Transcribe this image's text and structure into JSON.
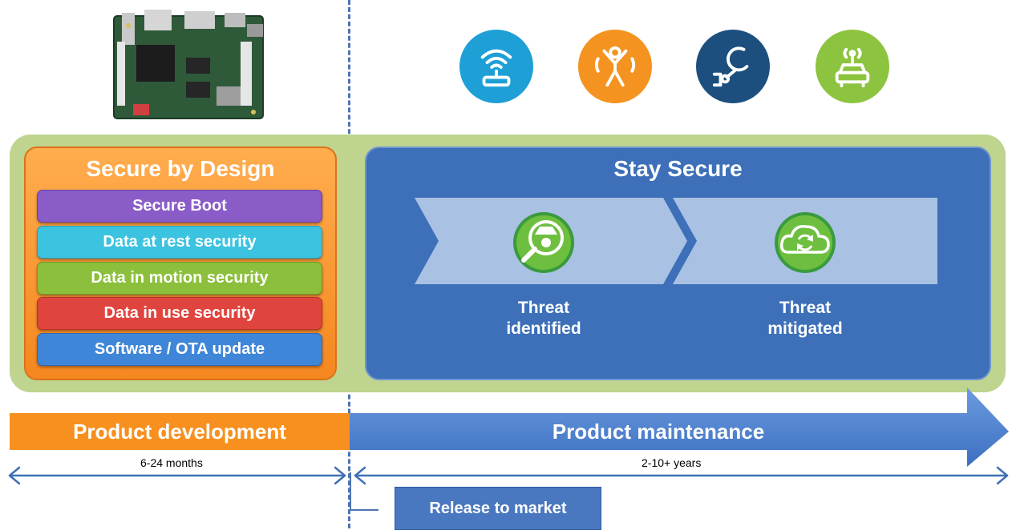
{
  "design": {
    "title": "Secure by Design",
    "layers": [
      {
        "label": "Secure Boot",
        "color": "#8a5cc8"
      },
      {
        "label": "Data at rest security",
        "color": "#3cc3e0"
      },
      {
        "label": "Data in motion security",
        "color": "#8cbf3c"
      },
      {
        "label": "Data in use security",
        "color": "#e0443e"
      },
      {
        "label": "Software / OTA update",
        "color": "#3f86d8"
      }
    ]
  },
  "stay": {
    "title": "Stay Secure",
    "steps": [
      {
        "line1": "Threat",
        "line2": "identified"
      },
      {
        "line1": "Threat",
        "line2": "mitigated"
      }
    ]
  },
  "icons": [
    {
      "name": "wifi-router-icon",
      "color": "#1e9fd6"
    },
    {
      "name": "person-signal-icon",
      "color": "#f4931f"
    },
    {
      "name": "robot-arm-icon",
      "color": "#1c4f7e"
    },
    {
      "name": "connected-car-icon",
      "color": "#8cc43f"
    }
  ],
  "timeline": {
    "development": "Product development",
    "maintenance": "Product maintenance",
    "development_duration": "6-24 months",
    "maintenance_duration": "2-10+ years",
    "release": "Release to market"
  }
}
